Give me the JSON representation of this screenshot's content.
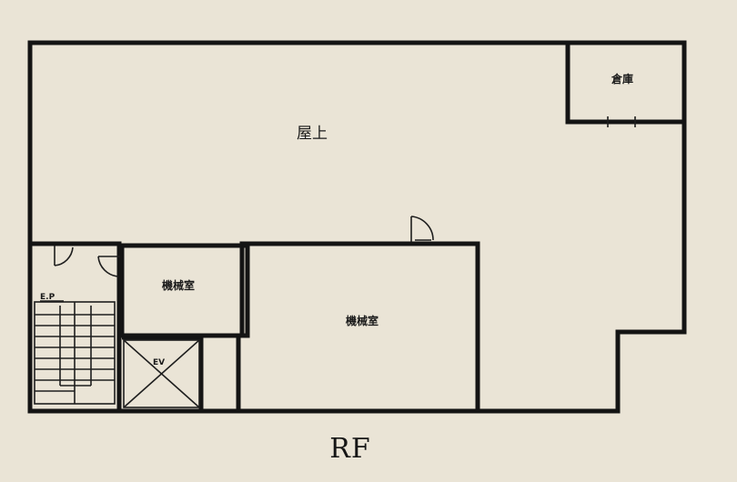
{
  "floor_plan": {
    "floor_label": "RF",
    "rooms": {
      "rooftop": "屋上",
      "storage": "倉庫",
      "machine_room_small": "機械室",
      "machine_room_large": "機械室",
      "elevator": "EV",
      "ep": "E.P"
    }
  }
}
